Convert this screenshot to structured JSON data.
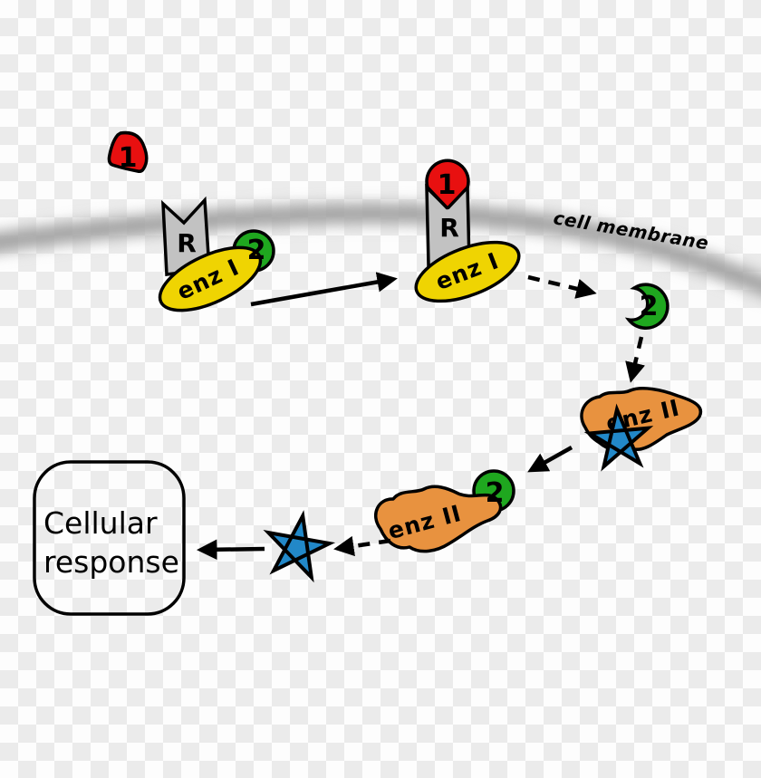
{
  "diagram": {
    "membrane_label": "cell membrane",
    "ligand_label": "1",
    "receptor_label": "R",
    "enzyme1_label": "enz I",
    "messenger_label": "2",
    "enzyme2_label": "enz II",
    "response_line1": "Cellular",
    "response_line2": "response"
  },
  "colors": {
    "ligand_red": "#e81010",
    "receptor_gray": "#c2c2c2",
    "enzyme1_yellow": "#efd402",
    "messenger_green": "#1fa71f",
    "enzyme2_orange": "#e8923f",
    "star_blue": "#2288c8",
    "membrane_gray": "#9a9a9a",
    "outline_black": "#000000",
    "checker_light": "#fdfdfd",
    "checker_dark": "#ebebeb"
  }
}
